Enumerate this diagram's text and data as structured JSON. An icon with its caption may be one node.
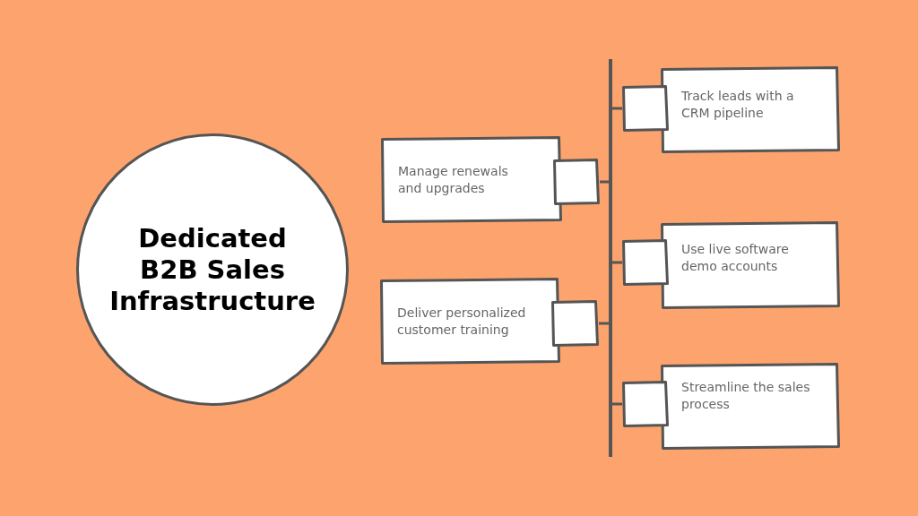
{
  "diagram": {
    "nodes": [
      {
        "text": [
          "Dedicated B2B Sales Infrastructure"
        ]
      },
      {
        "text": [
          "Manage renewals and upgrades"
        ]
      },
      {
        "text": [
          "Deliver personalized customer training"
        ]
      },
      {
        "text": [],
        "shape": "bar"
      },
      {
        "text": [
          "Track leads with a CRM pipeline"
        ]
      },
      {
        "text": [
          "Use live software demo accounts"
        ]
      },
      {
        "text": [
          "Streamline the sales process"
        ]
      }
    ],
    "edges": [
      {
        "from": 1,
        "to": 3,
        "arrow": "none"
      },
      {
        "from": 2,
        "to": 3,
        "arrow": "none"
      },
      {
        "from": 4,
        "to": 3,
        "arrow": "none"
      },
      {
        "from": 5,
        "to": 3,
        "arrow": "none"
      },
      {
        "from": 6,
        "to": 3,
        "arrow": "none"
      }
    ]
  }
}
